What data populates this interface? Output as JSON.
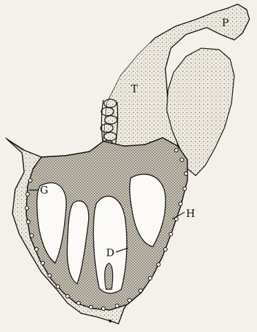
{
  "figure": {
    "labels": {
      "p": "P",
      "t": "T",
      "g": "G",
      "h": "H",
      "d": "D"
    },
    "colors": {
      "paper": "#f4f1ea",
      "ink": "#111111",
      "stipple_light": "#d8d2c6",
      "stipple_dark": "#a9a295"
    }
  }
}
